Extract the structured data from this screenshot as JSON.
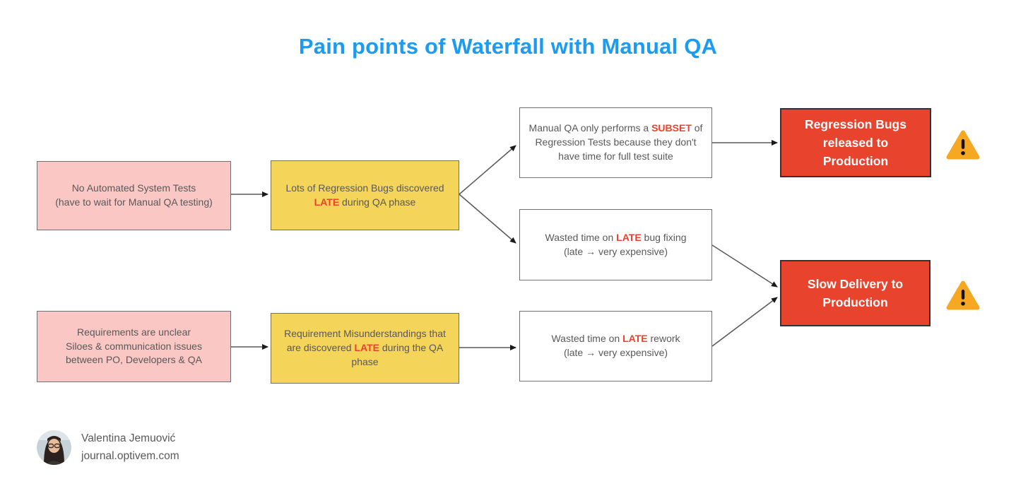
{
  "title": "Pain points of Waterfall with Manual QA",
  "colors": {
    "title-blue": "#1c9bf0",
    "pink": "#fbc7c5",
    "yellow": "#f5d45a",
    "red": "#e8432c",
    "highlight": "#ee402d",
    "warning-amber": "#f7a823",
    "text-gray": "#595959",
    "arrow-gray": "#595959"
  },
  "nodes": {
    "no_automated_system_tests": {
      "segments": [
        {
          "t": "No Automated System Tests"
        },
        {
          "br": true
        },
        {
          "t": "(have to wait for Manual QA testing)"
        }
      ]
    },
    "regression_bugs_discovered_late": {
      "segments": [
        {
          "t": "Lots of Regression Bugs discovered"
        },
        {
          "br": true
        },
        {
          "t": "LATE",
          "hl": true
        },
        {
          "t": " during QA phase"
        }
      ]
    },
    "manual_qa_subset": {
      "segments": [
        {
          "t": "Manual QA only performs a "
        },
        {
          "t": "SUBSET",
          "hl": true
        },
        {
          "t": " of"
        },
        {
          "br": true
        },
        {
          "t": "Regression Tests because they don't"
        },
        {
          "br": true
        },
        {
          "t": "have time for full test suite"
        }
      ]
    },
    "regression_bugs_released": {
      "segments": [
        {
          "t": "Regression Bugs"
        },
        {
          "br": true
        },
        {
          "t": "released to"
        },
        {
          "br": true
        },
        {
          "t": "Production"
        }
      ]
    },
    "late_bug_fixing": {
      "segments": [
        {
          "t": "Wasted time on "
        },
        {
          "t": "LATE",
          "hl": true
        },
        {
          "t": " bug fixing"
        },
        {
          "br": true
        },
        {
          "t": "(late → very expensive)"
        }
      ]
    },
    "slow_delivery": {
      "segments": [
        {
          "t": "Slow Delivery to"
        },
        {
          "br": true
        },
        {
          "t": "Production"
        }
      ]
    },
    "requirements_unclear": {
      "segments": [
        {
          "t": "Requirements are unclear"
        },
        {
          "br": true
        },
        {
          "t": "Siloes & communication issues"
        },
        {
          "br": true
        },
        {
          "t": "between PO, Developers & QA"
        }
      ]
    },
    "requirement_misunderstandings": {
      "segments": [
        {
          "t": "Requirement Misunderstandings that"
        },
        {
          "br": true
        },
        {
          "t": "are discovered "
        },
        {
          "t": "LATE",
          "hl": true
        },
        {
          "t": " during the QA"
        },
        {
          "br": true
        },
        {
          "t": "phase"
        }
      ]
    },
    "late_rework": {
      "segments": [
        {
          "t": "Wasted time on "
        },
        {
          "t": "LATE",
          "hl": true
        },
        {
          "t": " rework"
        },
        {
          "br": true
        },
        {
          "t": "(late → very expensive)"
        }
      ]
    }
  },
  "icons": {
    "warning": "warning-triangle"
  },
  "footer": {
    "author": "Valentina Jemuović",
    "website": "journal.optivem.com"
  }
}
